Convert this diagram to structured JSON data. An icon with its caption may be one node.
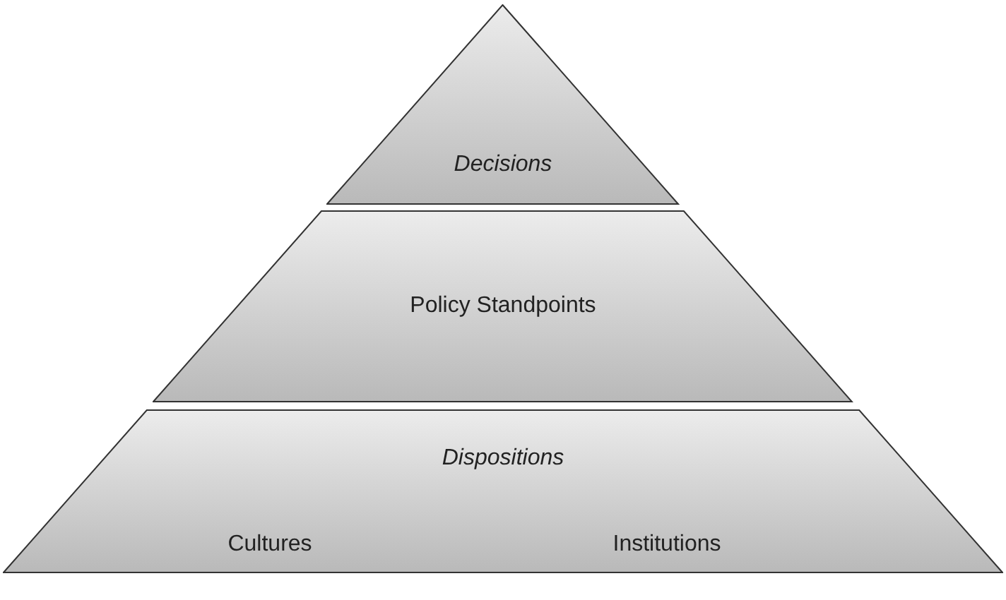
{
  "diagram": {
    "nodes": [
      {
        "text": [
          "Decisions"
        ]
      },
      {
        "text": [
          "Policy Standpoints"
        ]
      },
      {
        "text": [
          "Dispositions",
          "Cultures",
          "Institutions"
        ]
      }
    ],
    "edges": []
  }
}
